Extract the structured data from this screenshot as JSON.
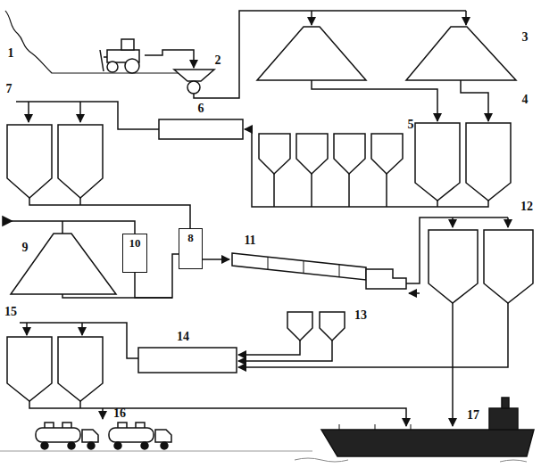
{
  "diagram": {
    "nodes": [
      {
        "text": [
          "8"
        ]
      },
      {
        "text": [
          "10"
        ]
      }
    ],
    "edges": [
      {
        "from": 1,
        "to": 0,
        "arrow": "none"
      }
    ],
    "labels": [
      "1",
      "2",
      "3",
      "4",
      "5",
      "6",
      "7",
      "9",
      "11",
      "12",
      "13",
      "14",
      "15",
      "16",
      "17"
    ]
  }
}
